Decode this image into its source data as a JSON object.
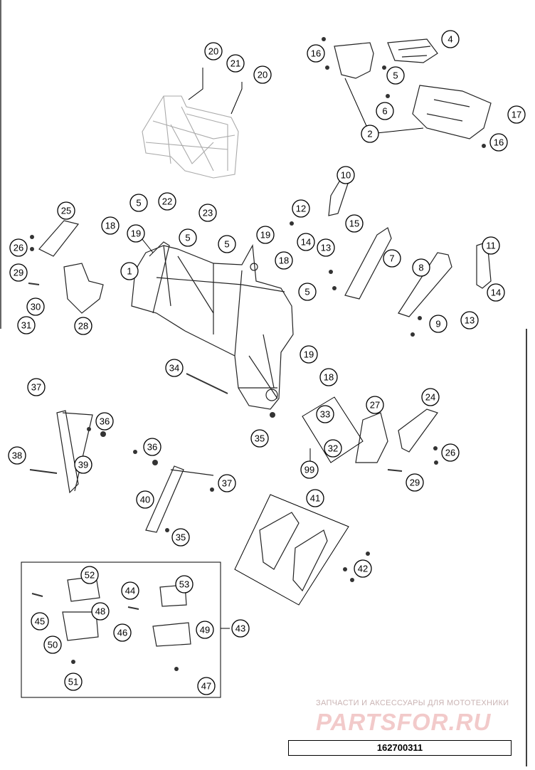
{
  "diagram": {
    "callouts": [
      "1",
      "2",
      "4",
      "5",
      "5",
      "5",
      "5",
      "5",
      "6",
      "7",
      "8",
      "9",
      "10",
      "11",
      "12",
      "13",
      "13",
      "14",
      "14",
      "15",
      "16",
      "16",
      "17",
      "18",
      "18",
      "18",
      "19",
      "19",
      "19",
      "20",
      "20",
      "21",
      "22",
      "23",
      "24",
      "25",
      "26",
      "26",
      "27",
      "28",
      "29",
      "29",
      "30",
      "31",
      "32",
      "33",
      "34",
      "35",
      "35",
      "36",
      "36",
      "37",
      "37",
      "38",
      "39",
      "40",
      "41",
      "42",
      "43",
      "44",
      "45",
      "46",
      "47",
      "48",
      "49",
      "50",
      "51",
      "52",
      "53",
      "99"
    ]
  },
  "watermark": {
    "tagline": "ЗАПЧАСТИ И АКСЕССУАРЫ ДЛЯ МОТОТЕХНИКИ",
    "logo": "PARTSFOR.RU"
  },
  "footer": {
    "code": "162700311"
  }
}
